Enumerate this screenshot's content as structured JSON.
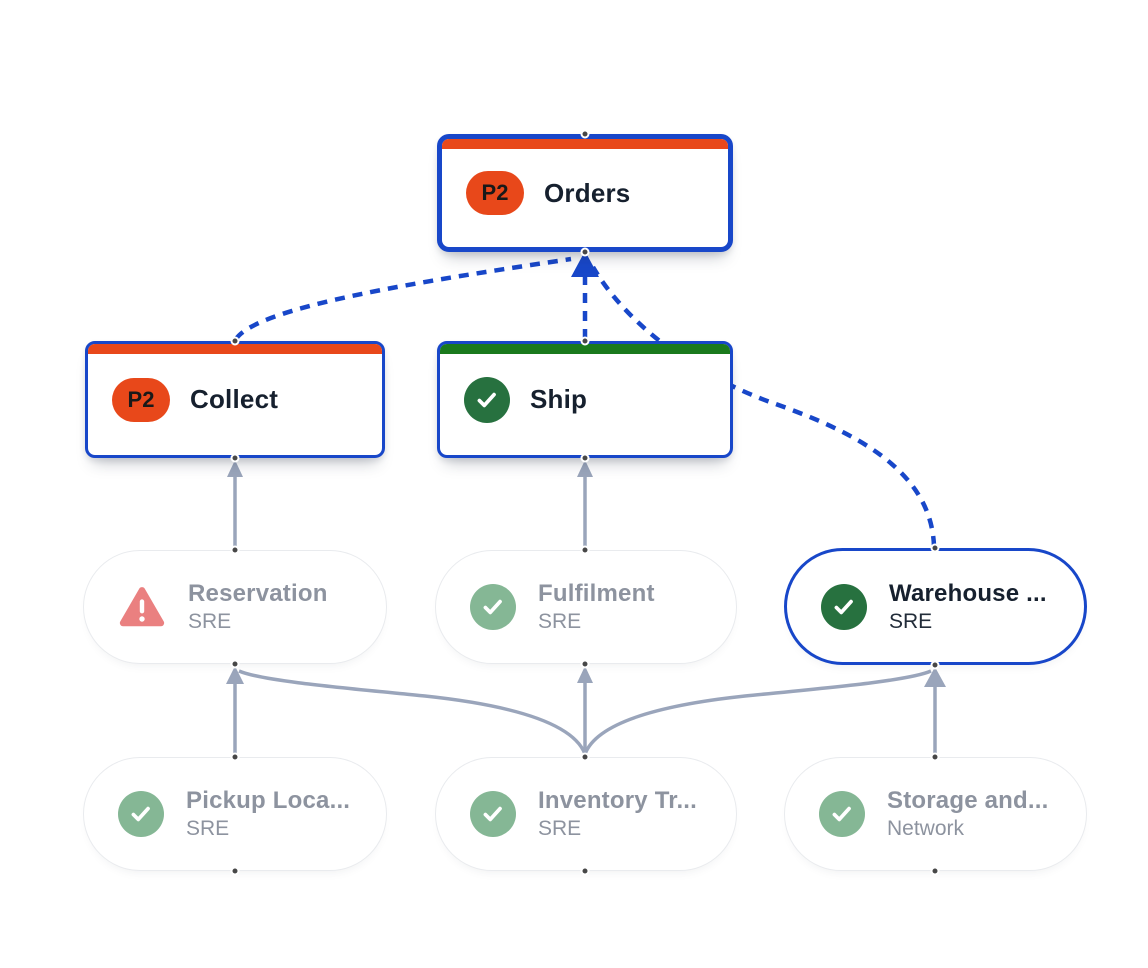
{
  "diagram": {
    "title": "service-dependency-graph",
    "colors": {
      "accent_blue": "#1847c9",
      "incident_orange": "#e8481a",
      "healthy_green_bar": "#1a7a1d",
      "healthy_green_dark": "#27713f",
      "healthy_green_light": "#85b795",
      "warning_pink": "#ea8080",
      "edge_gray": "#9aa5bb",
      "muted_text": "#8d939f",
      "dark_text": "#16202e",
      "pill_border": "#e9ebee",
      "port_dot": "#474747"
    },
    "nodes": [
      {
        "id": "orders",
        "label": "Orders",
        "badge": "P2",
        "status": "incident-p2",
        "row": 1
      },
      {
        "id": "collect",
        "label": "Collect",
        "badge": "P2",
        "status": "incident-p2",
        "row": 2
      },
      {
        "id": "ship",
        "label": "Ship",
        "icon": "check",
        "status": "healthy",
        "row": 2
      },
      {
        "id": "reservation",
        "label": "Reservation",
        "subtitle": "SRE",
        "icon": "warning",
        "status": "warning",
        "row": 3
      },
      {
        "id": "fulfilment",
        "label": "Fulfilment",
        "subtitle": "SRE",
        "icon": "check",
        "status": "healthy",
        "row": 3
      },
      {
        "id": "warehouse",
        "label": "Warehouse ...",
        "subtitle": "SRE",
        "icon": "check",
        "status": "healthy",
        "row": 3,
        "highlighted": true
      },
      {
        "id": "pickup",
        "label": "Pickup Loca...",
        "subtitle": "SRE",
        "icon": "check",
        "status": "healthy",
        "row": 4
      },
      {
        "id": "inventory",
        "label": "Inventory Tr...",
        "subtitle": "SRE",
        "icon": "check",
        "status": "healthy",
        "row": 4
      },
      {
        "id": "storage",
        "label": "Storage and...",
        "subtitle": "Network",
        "icon": "check",
        "status": "healthy",
        "row": 4
      }
    ],
    "edges": [
      {
        "from": "collect",
        "to": "orders",
        "style": "dashed-blue"
      },
      {
        "from": "ship",
        "to": "orders",
        "style": "dashed-blue"
      },
      {
        "from": "warehouse",
        "to": "orders",
        "style": "dashed-blue"
      },
      {
        "from": "reservation",
        "to": "collect",
        "style": "solid-gray"
      },
      {
        "from": "fulfilment",
        "to": "ship",
        "style": "solid-gray"
      },
      {
        "from": "pickup",
        "to": "reservation",
        "style": "solid-gray"
      },
      {
        "from": "inventory",
        "to": "reservation",
        "style": "solid-gray"
      },
      {
        "from": "inventory",
        "to": "fulfilment",
        "style": "solid-gray"
      },
      {
        "from": "inventory",
        "to": "warehouse",
        "style": "solid-gray"
      },
      {
        "from": "storage",
        "to": "warehouse",
        "style": "solid-gray"
      }
    ]
  }
}
